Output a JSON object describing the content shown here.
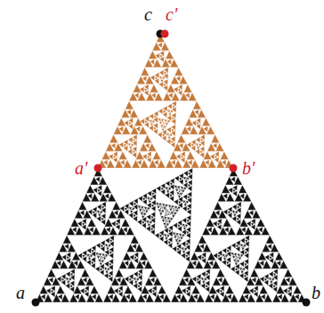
{
  "diagram": {
    "labels": [
      "c",
      "c'",
      "a'",
      "b'",
      "a",
      "b"
    ]
  }
}
